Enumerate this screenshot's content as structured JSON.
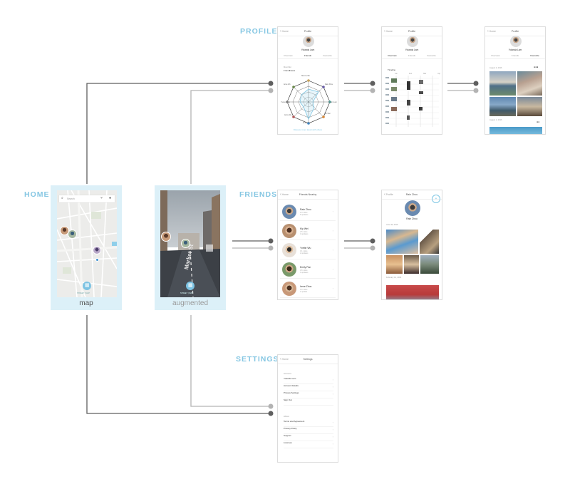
{
  "labels": {
    "home": "HOME",
    "profile": "PROFILE",
    "friends": "FRIENDS",
    "settings": "SETTINGS",
    "map": "map",
    "augmented": "augmented"
  },
  "colors": {
    "accent": "#86c7e3",
    "frame": "#dcf0f8",
    "connector_dark": "#5f5f5f",
    "connector_light": "#b3b3b3"
  },
  "profile": {
    "back": "Home",
    "title": "Profile",
    "name": "Yolanda Lam",
    "tabs": [
      "Overview",
      "Friends",
      "Favourite"
    ],
    "section": "Most Met",
    "subsection": "Friendliness",
    "radar_names": [
      "Sherrie Wu",
      "Rain Zhou",
      "Kelvin Lam",
      "Tim Wei",
      "Emily Pan",
      "Annie Wu",
      "Yvette Chan",
      "Amie Wu"
    ],
    "radar_link": "Discover more travel with others",
    "timeline_label": "Timeline",
    "timeline_months": [
      "Jan",
      "Feb",
      "Mar",
      "Apr"
    ],
    "fav_date1": "August 2, 2016",
    "fav_date2": "August 1, 2016"
  },
  "map_screen": {
    "search_placeholder": "Search",
    "toggle": "STREET | MAP"
  },
  "aug_screen": {
    "street_name": "Market St",
    "toggle": "STREET | MAP"
  },
  "friends": {
    "back": "Home",
    "title": "Friends Nearby",
    "list": [
      {
        "name": "Rain Zhou",
        "sub": "2.3 miles\n5 updates"
      },
      {
        "name": "Kip Wei",
        "sub": "2.5 miles\n3 updates"
      },
      {
        "name": "Yvette Wu",
        "sub": "3.1 miles\n2 updates"
      },
      {
        "name": "Emily Pan",
        "sub": "3.6 miles\n4 updates"
      },
      {
        "name": "Irene Zhou",
        "sub": "4.0 miles\n1 update"
      }
    ],
    "detail_back": "Profile",
    "detail_title": "Rain Zhou",
    "detail_name": "Rain Zhou",
    "detail_date1": "June 30, 2016",
    "detail_date2": "February 14, 2016"
  },
  "settings": {
    "back": "Home",
    "title": "Settings",
    "account_header": "Account",
    "account_items": [
      "Yolanda Lam",
      "Account Details",
      "Privacy Settings",
      "Sign Out"
    ],
    "about_header": "About",
    "about_items": [
      "Terms and Agreement",
      "Privacy Policy",
      "Support",
      "Licenses"
    ]
  }
}
